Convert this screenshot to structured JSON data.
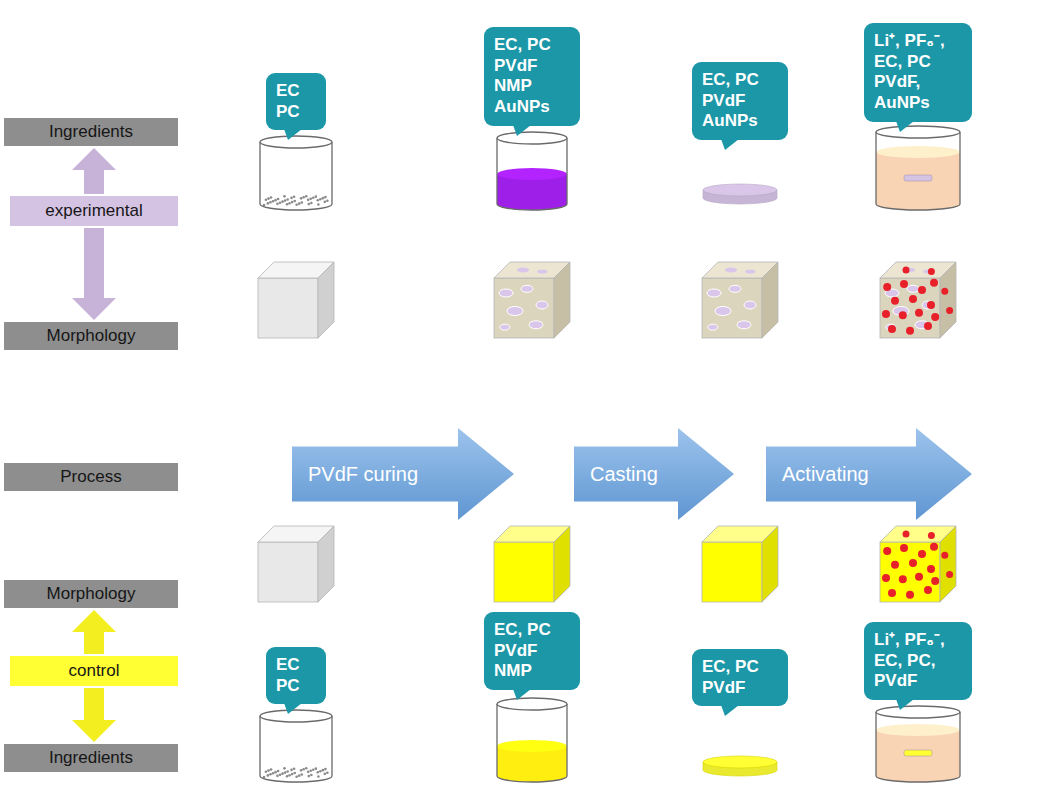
{
  "diagram": {
    "nodes": [
      {
        "text": [
          "Ingredients"
        ]
      },
      {
        "text": [
          "EC PC"
        ]
      },
      {
        "text": [
          "EC, PC PVdF NMP AuNPs"
        ]
      },
      {
        "text": [
          "EC, PC PVdF AuNPs"
        ]
      },
      {
        "text": [
          "Li⁺, PF₆⁻, EC, PC PVdF, AuNPs"
        ]
      },
      {
        "text": [
          "experimental"
        ]
      },
      {
        "text": [
          "Morphology"
        ]
      },
      {
        "text": [
          "Process"
        ]
      },
      {
        "text": [
          "PVdF curing"
        ]
      },
      {
        "text": [
          "Casting"
        ]
      },
      {
        "text": [
          "Activating"
        ]
      },
      {
        "text": [
          "Morphology"
        ]
      },
      {
        "text": [
          "control"
        ]
      },
      {
        "text": [
          "Ingredients"
        ]
      },
      {
        "text": [
          "EC PC"
        ]
      },
      {
        "text": [
          "EC, PC PVdF NMP"
        ]
      },
      {
        "text": [
          "EC, PC PVdF"
        ]
      },
      {
        "text": [
          "Li⁺, PF₆⁻, EC, PC, PVdF"
        ]
      }
    ],
    "edges": [
      {
        "from": 5,
        "to": 0,
        "arrow": "to"
      },
      {
        "from": 5,
        "to": 6,
        "arrow": "to"
      },
      {
        "from": 12,
        "to": 11,
        "arrow": "to"
      },
      {
        "from": 12,
        "to": 13,
        "arrow": "to"
      }
    ]
  }
}
